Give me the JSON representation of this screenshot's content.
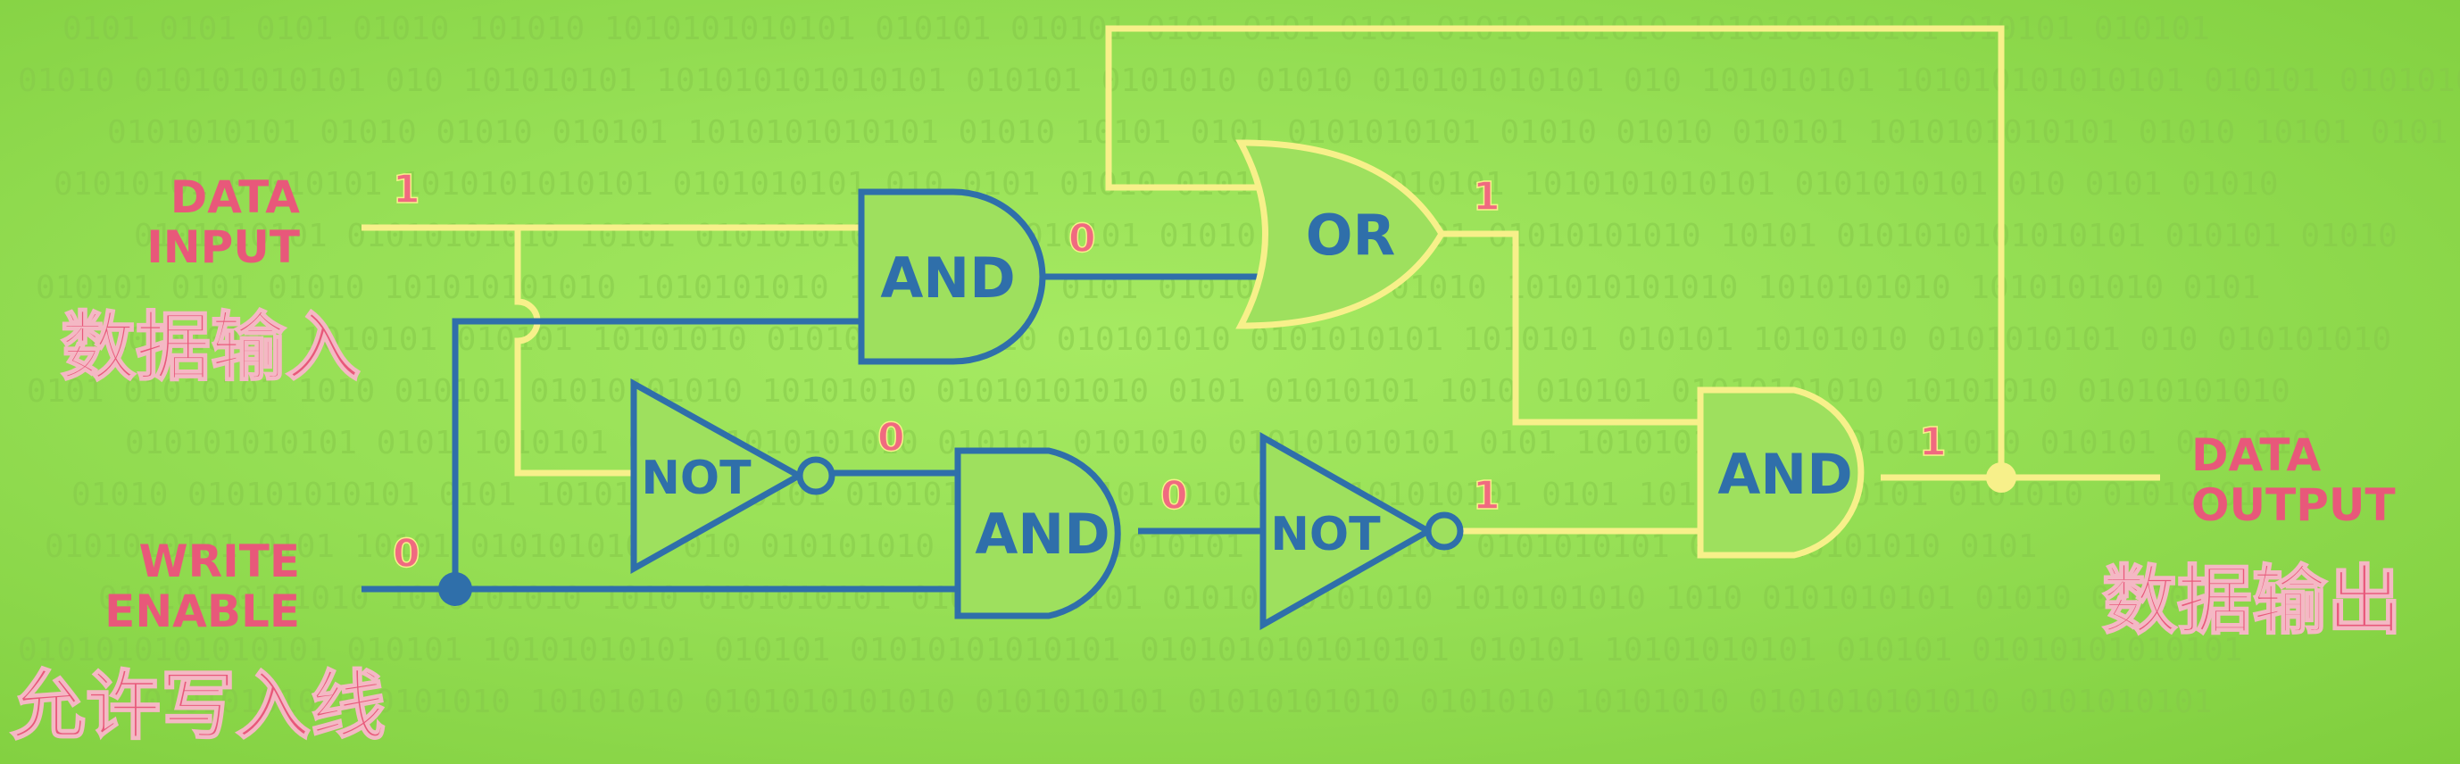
{
  "labels": {
    "data_input_en_1": "DATA",
    "data_input_en_2": "INPUT",
    "data_input_zh": "数据输入",
    "write_enable_en_1": "WRITE",
    "write_enable_en_2": "ENABLE",
    "write_enable_zh": "允许写入线",
    "data_output_en_1": "DATA",
    "data_output_en_2": "OUTPUT",
    "data_output_zh": "数据输出"
  },
  "gates": {
    "and_top": "AND",
    "or": "OR",
    "not_left": "NOT",
    "and_mid": "AND",
    "not_right": "NOT",
    "and_out": "AND"
  },
  "bits": {
    "data_input": "1",
    "and_top_out": "0",
    "or_out": "1",
    "not_left_out": "0",
    "and_mid_out": "0",
    "not_right_out": "1",
    "and_out_out": "1",
    "write_enable": "0"
  },
  "background_bits": [
    "0101  0101 0101  01010  101010  1010101010101  010101  010101",
    "01010 010101010101  010  101010101  101010101010101  010101  0101010",
    "0101010101  01010  01010  010101  1010101010101  01010  10101  0101",
    "01010101  0  010101  1010101010101  0101010101  010  0101  01010",
    "0101010101  01010101010  10101  0101010101010101  010101  01010",
    "010101  0101  01010  101010101010  1010101010  1010101010  0101",
    "0101010101  1010101  010101  10101010  0101010101  010  010101010",
    "0101  01010101  1010  010101  01010101010  10101010  01010101010",
    "010101010101  0101  1010101  0101  1010101010  010101  0101010",
    "01010  010101010101  0101  10101010  010101  0101010  01010101",
    "0101010101  0101  10101  0101010101  010  010101010  0101",
    "010101  0101010  1010101010  1010  0101010101  01010  010101",
    "0101010101010101  010101  10101010101  010101  01010101010101",
    "01010101010  0101010  10101010  0101010101010  0101010101"
  ],
  "colors": {
    "background": "#8fd94e",
    "yellow_wire": "#f7f08a",
    "blue_wire": "#2f6faa",
    "label_pink": "#e8587a",
    "bit_pink": "#f06a80",
    "bits_texture": "#86c94a"
  }
}
